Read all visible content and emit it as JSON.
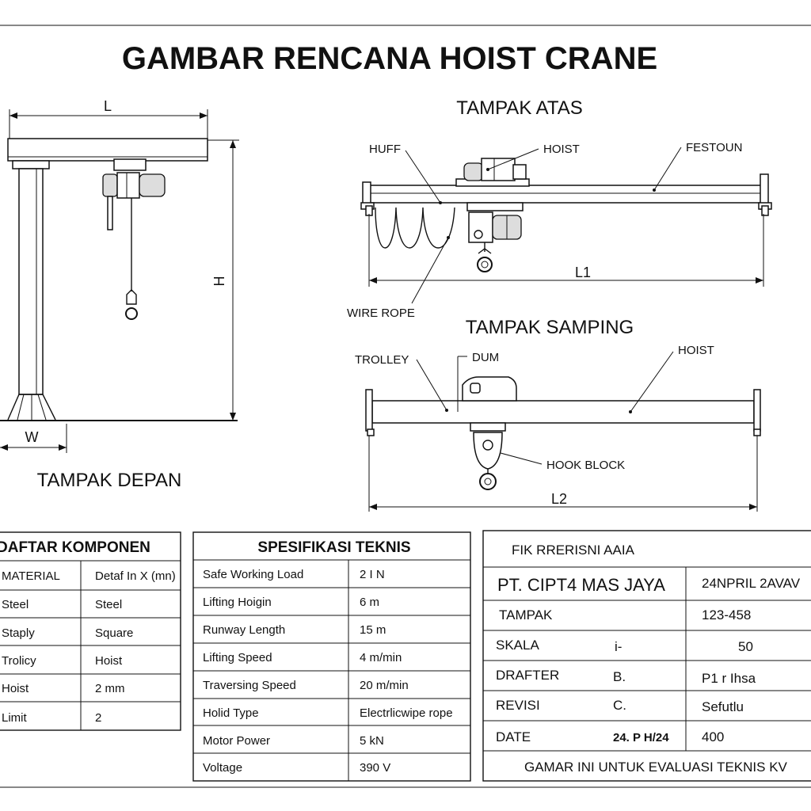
{
  "title": "GAMBAR RENCANA HOIST CRANE",
  "views": {
    "front": {
      "name": "TAMPAK DEPAN",
      "dim_L": "L",
      "dim_H": "H",
      "dim_W": "W"
    },
    "top": {
      "name": "TAMPAK ATAS",
      "callouts": [
        "HUFF",
        "HOIST",
        "FESTOUN",
        "WIRE ROPE"
      ],
      "dim_L1": "L1"
    },
    "side": {
      "name": "TAMPAK SAMPING",
      "callouts": [
        "TROLLEY",
        "DUM",
        "HOIST",
        "HOOK BLOCK"
      ],
      "dim_L2": "L2"
    }
  },
  "components": {
    "header": "DAFTAR KOMPONEN",
    "columns": [
      "MATERIAL",
      "Detaf In X (mn)"
    ],
    "rows": [
      [
        "Steel",
        "Steel"
      ],
      [
        "Staply",
        "Square"
      ],
      [
        "Trolicy",
        "Hoist"
      ],
      [
        "Hoist",
        "2 mm"
      ],
      [
        "Limit",
        "2"
      ]
    ]
  },
  "specs": {
    "header": "SPESIFIKASI TEKNIS",
    "rows": [
      [
        "Safe Working Load",
        "2 I N"
      ],
      [
        "Lifting Hoigin",
        "6 m"
      ],
      [
        "Runway Length",
        "15 m"
      ],
      [
        "Lifting Speed",
        "4 m/min"
      ],
      [
        "Traversing Speed",
        "20 m/min"
      ],
      [
        "Holid Type",
        "Electrlicwipe rope"
      ],
      [
        "Motor Power",
        "5 kN"
      ],
      [
        "Voltage",
        "390 V"
      ]
    ]
  },
  "title_block": {
    "header": "FΙK RRERISNI AAIA",
    "company": "PT. CIPT4 MAS JAYA",
    "date_top": "24NPRIL 2AVAV",
    "rows": [
      {
        "label": "TAMPAK",
        "mid": "",
        "value": "123-458"
      },
      {
        "label": "SKALA",
        "mid": "i-",
        "value": "50"
      },
      {
        "label": "DRAFTER",
        "mid": "B.",
        "value": "P1 r Ihsa"
      },
      {
        "label": "REVISI",
        "mid": "C.",
        "value": "Sefutlu"
      },
      {
        "label": "DATE",
        "mid": "24. P H/24",
        "value": "400"
      }
    ],
    "note": "GAMAR INI UNTUK EVALUASI TEKNIS KV"
  }
}
